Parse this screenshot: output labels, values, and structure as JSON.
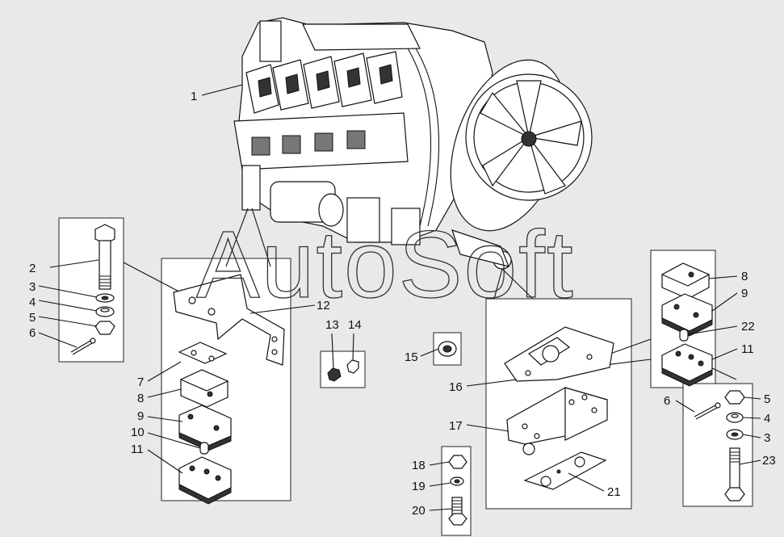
{
  "watermark": "AutoSoft",
  "callouts": [
    {
      "id": "c1",
      "label": "1"
    },
    {
      "id": "c2",
      "label": "2"
    },
    {
      "id": "c3l",
      "label": "3"
    },
    {
      "id": "c4l",
      "label": "4"
    },
    {
      "id": "c5l",
      "label": "5"
    },
    {
      "id": "c6l",
      "label": "6"
    },
    {
      "id": "c7",
      "label": "7"
    },
    {
      "id": "c8l",
      "label": "8"
    },
    {
      "id": "c9l",
      "label": "9"
    },
    {
      "id": "c10",
      "label": "10"
    },
    {
      "id": "c11l",
      "label": "11"
    },
    {
      "id": "c12",
      "label": "12"
    },
    {
      "id": "c13",
      "label": "13"
    },
    {
      "id": "c14",
      "label": "14"
    },
    {
      "id": "c15",
      "label": "15"
    },
    {
      "id": "c16",
      "label": "16"
    },
    {
      "id": "c17",
      "label": "17"
    },
    {
      "id": "c18",
      "label": "18"
    },
    {
      "id": "c19",
      "label": "19"
    },
    {
      "id": "c20",
      "label": "20"
    },
    {
      "id": "c21",
      "label": "21"
    },
    {
      "id": "c8r",
      "label": "8"
    },
    {
      "id": "c9r",
      "label": "9"
    },
    {
      "id": "c22",
      "label": "22"
    },
    {
      "id": "c11r",
      "label": "11"
    },
    {
      "id": "c6r",
      "label": "6"
    },
    {
      "id": "c5r",
      "label": "5"
    },
    {
      "id": "c4r",
      "label": "4"
    },
    {
      "id": "c3r",
      "label": "3"
    },
    {
      "id": "c23",
      "label": "23"
    }
  ]
}
